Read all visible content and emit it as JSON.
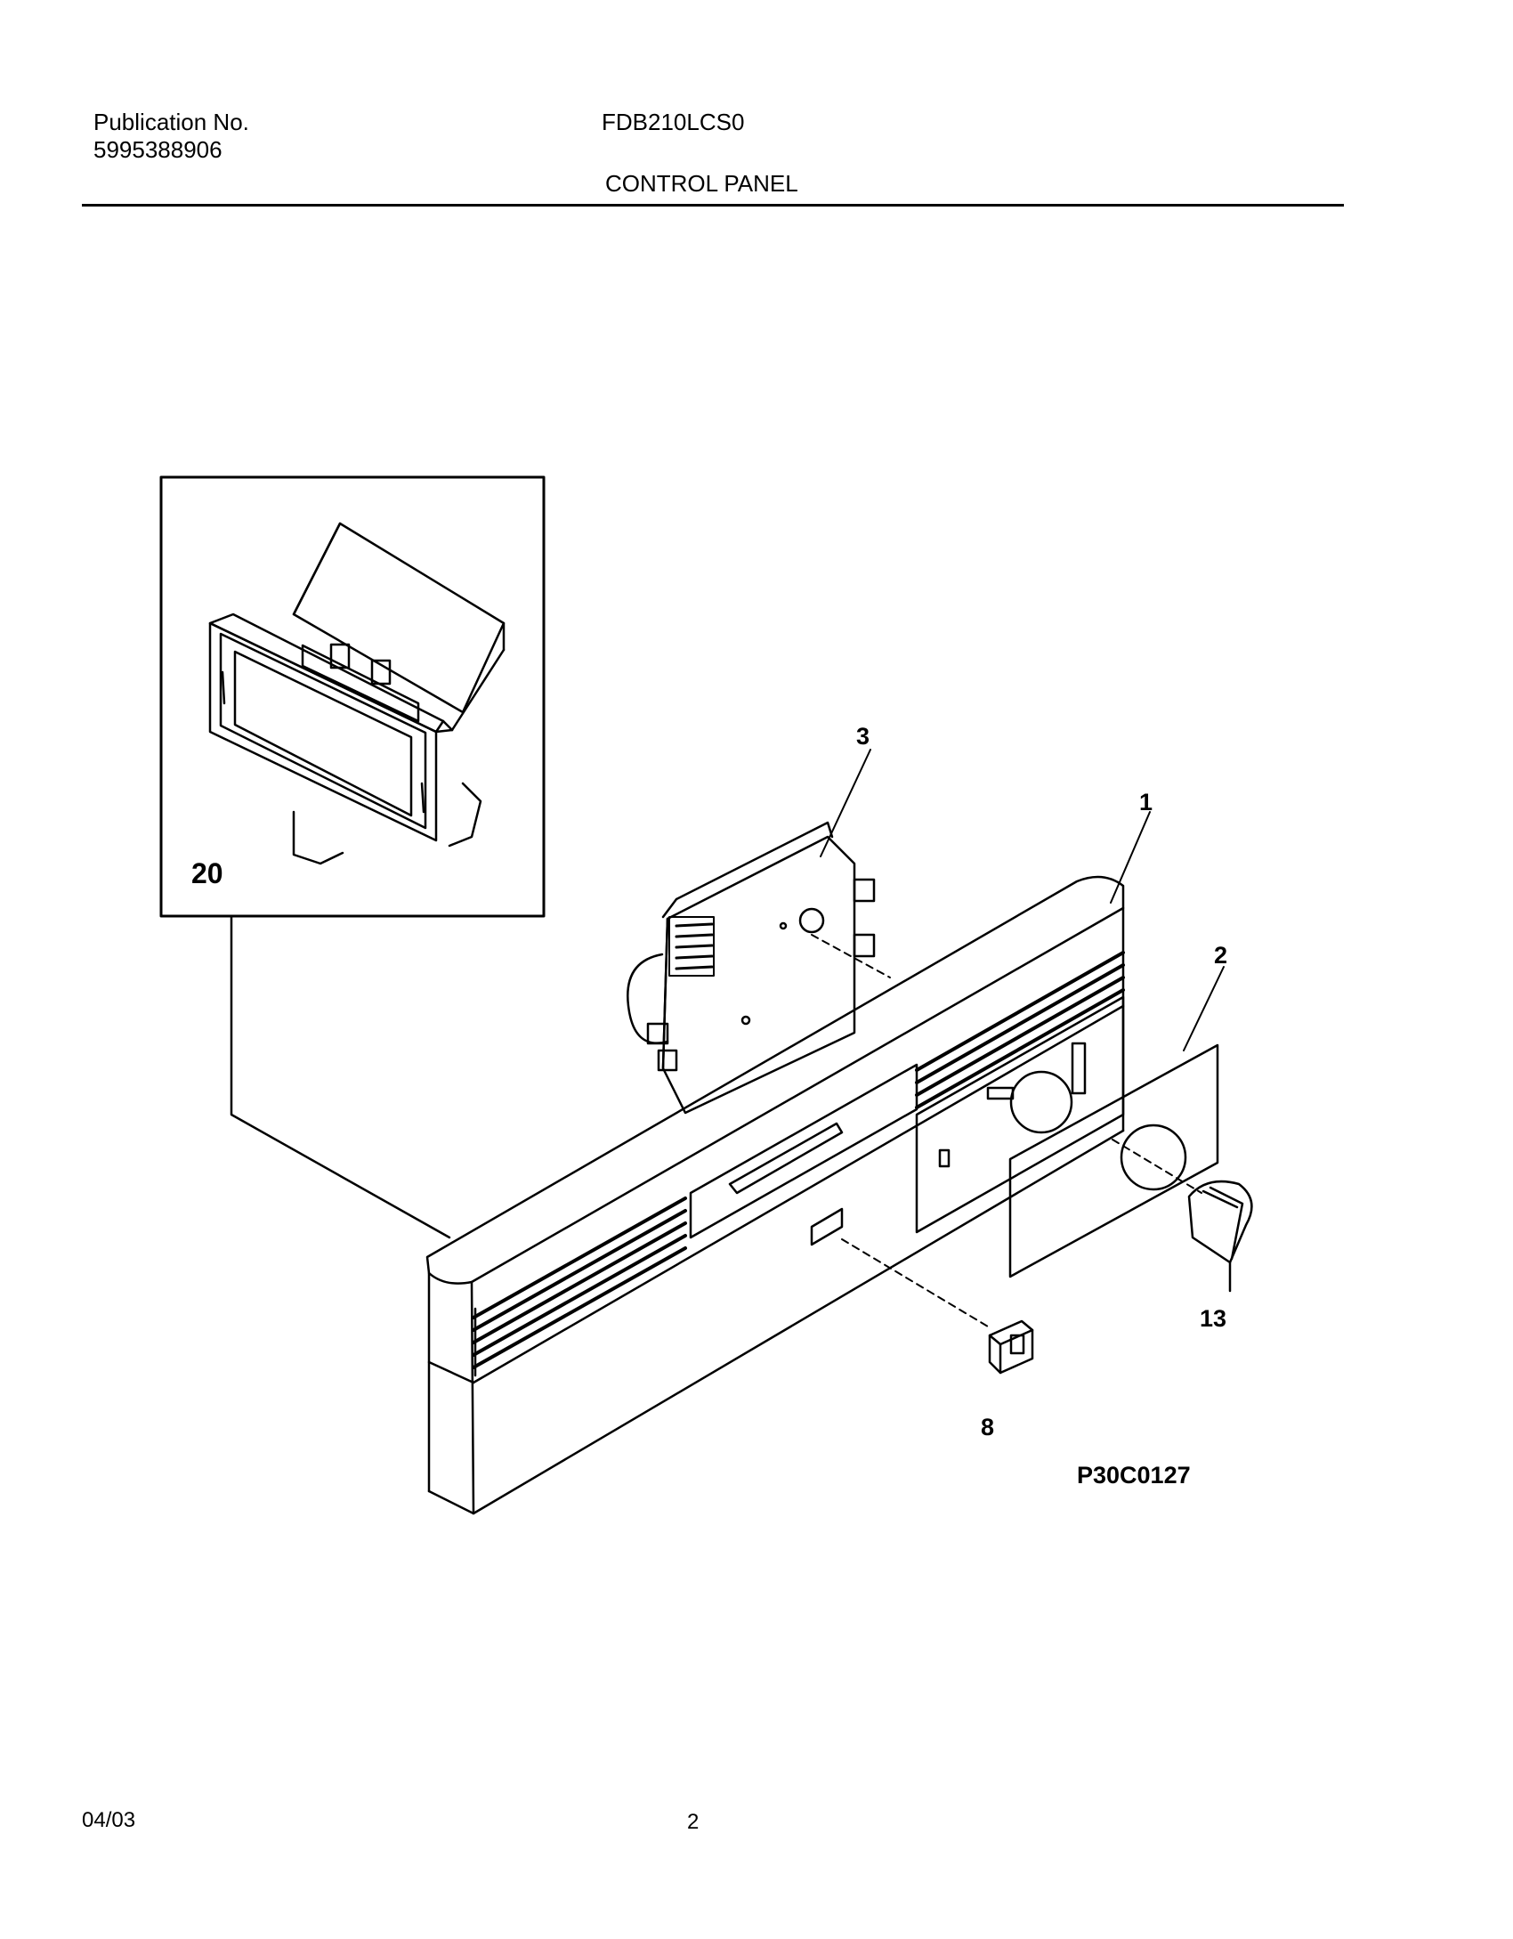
{
  "header": {
    "publication_label": "Publication No.",
    "publication_number": "5995388906",
    "model": "FDB210LCS0",
    "section_title": "CONTROL PANEL"
  },
  "diagram": {
    "figure_id": "P30C0127",
    "callouts": {
      "panel": "1",
      "overlay": "2",
      "timer": "3",
      "switch": "8",
      "knob": "13",
      "dispenser": "20"
    }
  },
  "footer": {
    "date": "04/03",
    "page_number": "2"
  }
}
